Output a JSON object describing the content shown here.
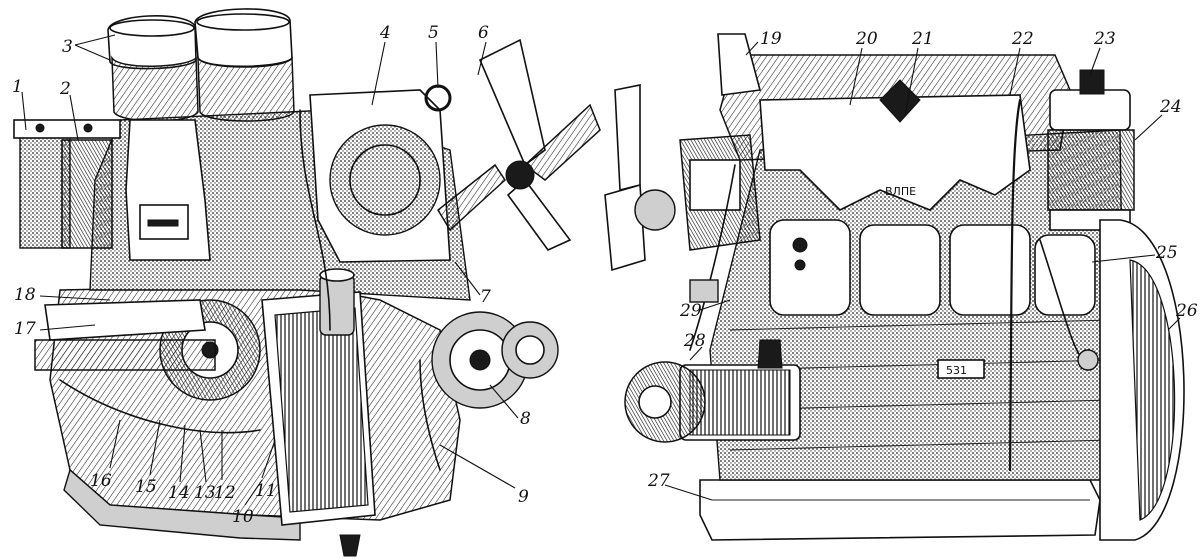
{
  "figure": {
    "left_view": {
      "callouts": [
        {
          "id": "1",
          "label": "1"
        },
        {
          "id": "2",
          "label": "2"
        },
        {
          "id": "3",
          "label": "3"
        },
        {
          "id": "4",
          "label": "4"
        },
        {
          "id": "5",
          "label": "5"
        },
        {
          "id": "6",
          "label": "6"
        },
        {
          "id": "7",
          "label": "7"
        },
        {
          "id": "8",
          "label": "8"
        },
        {
          "id": "9",
          "label": "9"
        },
        {
          "id": "10",
          "label": "10"
        },
        {
          "id": "11",
          "label": "11"
        },
        {
          "id": "12",
          "label": "12"
        },
        {
          "id": "13",
          "label": "13"
        },
        {
          "id": "14",
          "label": "14"
        },
        {
          "id": "15",
          "label": "15"
        },
        {
          "id": "16",
          "label": "16"
        },
        {
          "id": "17",
          "label": "17"
        },
        {
          "id": "18",
          "label": "18"
        }
      ]
    },
    "right_view": {
      "callouts": [
        {
          "id": "19",
          "label": "19"
        },
        {
          "id": "20",
          "label": "20"
        },
        {
          "id": "21",
          "label": "21"
        },
        {
          "id": "22",
          "label": "22"
        },
        {
          "id": "23",
          "label": "23"
        },
        {
          "id": "24",
          "label": "24"
        },
        {
          "id": "25",
          "label": "25"
        },
        {
          "id": "26",
          "label": "26"
        },
        {
          "id": "27",
          "label": "27"
        },
        {
          "id": "28",
          "label": "28"
        },
        {
          "id": "29",
          "label": "29"
        }
      ],
      "manifold_marking": "ВЛПЕ",
      "block_marking": "531"
    }
  }
}
